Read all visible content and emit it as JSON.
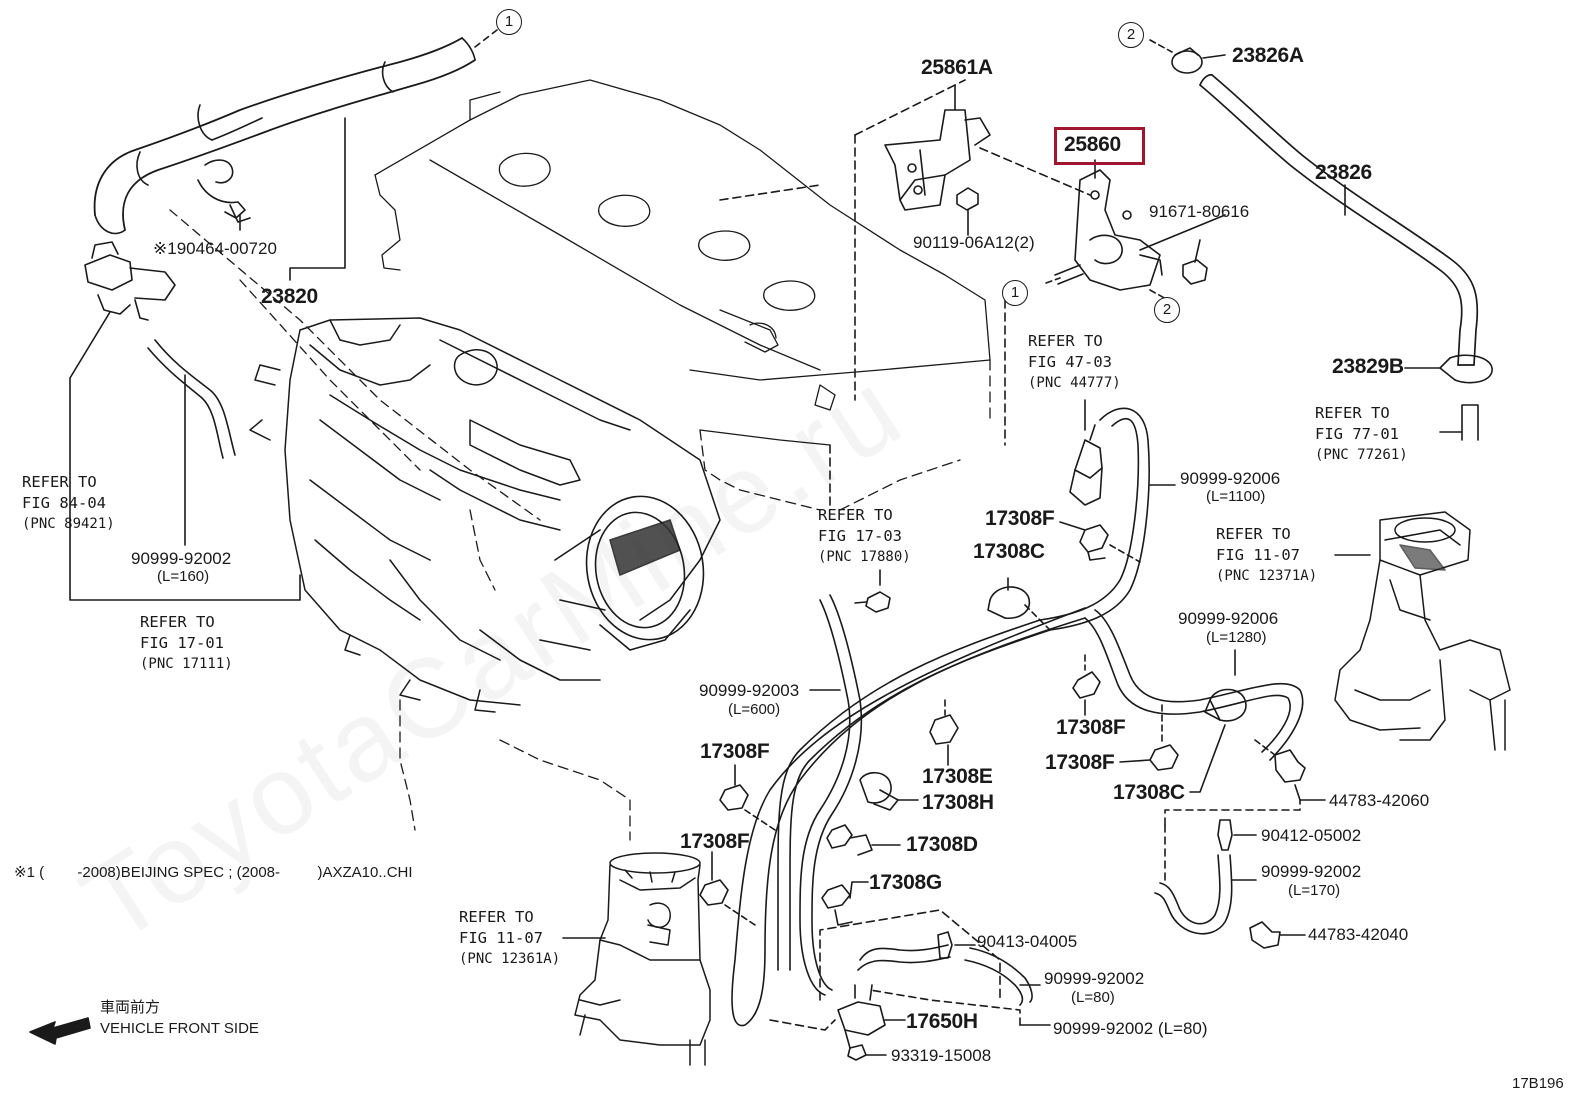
{
  "watermark": "ToyotaCarMine.ru",
  "diagram_code": "17B196",
  "highlight_color": "#a01530",
  "circles": {
    "one": "1",
    "two": "2"
  },
  "parts": {
    "p23826A": "23826A",
    "p23826": "23826",
    "p23829B": "23829B",
    "p25861A": "25861A",
    "p25860": "25860",
    "p91671": "91671-80616",
    "p90119": "90119-06A12(2)",
    "p190464": "※190464-00720",
    "p23820": "23820",
    "p17308F_1": "17308F",
    "p17308C_1": "17308C",
    "p17308F_2": "17308F",
    "p17308F_3": "17308F",
    "p17308E": "17308E",
    "p17308H": "17308H",
    "p17308D": "17308D",
    "p17308G": "17308G",
    "p17308F_4": "17308F",
    "p17308F_5": "17308F",
    "p17308C_2": "17308C",
    "p17650H": "17650H",
    "p44783_42060": "44783-42060",
    "p90412": "90412-05002",
    "p44783_42040": "44783-42040",
    "p90413": "90413-04005",
    "p93319": "93319-15008"
  },
  "hoses": {
    "h_1100_pn": "90999-92006",
    "h_1100_len": "(L=1100)",
    "h_1280_pn": "90999-92006",
    "h_1280_len": "(L=1280)",
    "h_600_pn": "90999-92003",
    "h_600_len": "(L=600)",
    "h_160_pn": "90999-92002",
    "h_160_len": "(L=160)",
    "h_170_pn": "90999-92002",
    "h_170_len": "(L=170)",
    "h_80a_pn": "90999-92002",
    "h_80a_len": "(L=80)",
    "h_80b": "90999-92002 (L=80)"
  },
  "refs": {
    "r47": {
      "a": "REFER TO",
      "b": "FIG 47-03",
      "c": "(PNC 44777)"
    },
    "r77": {
      "a": "REFER TO",
      "b": "FIG 77-01",
      "c": "(PNC 77261)"
    },
    "r84": {
      "a": "REFER TO",
      "b": "FIG 84-04",
      "c": "(PNC 89421)"
    },
    "r17_03": {
      "a": "REFER TO",
      "b": "FIG 17-03",
      "c": "(PNC 17880)"
    },
    "r11_a": {
      "a": "REFER TO",
      "b": "FIG 11-07",
      "c": "(PNC 12371A)"
    },
    "r17_01": {
      "a": "REFER TO",
      "b": "FIG 17-01",
      "c": "(PNC 17111)"
    },
    "r11_b": {
      "a": "REFER TO",
      "b": "FIG 11-07",
      "c": "(PNC 12361A)"
    }
  },
  "footnote": "※1 (        -2008)BEIJING SPEC ; (2008-         )AXZA10..CHI",
  "front_label_jp": "車両前方",
  "front_label_en": "VEHICLE FRONT SIDE"
}
